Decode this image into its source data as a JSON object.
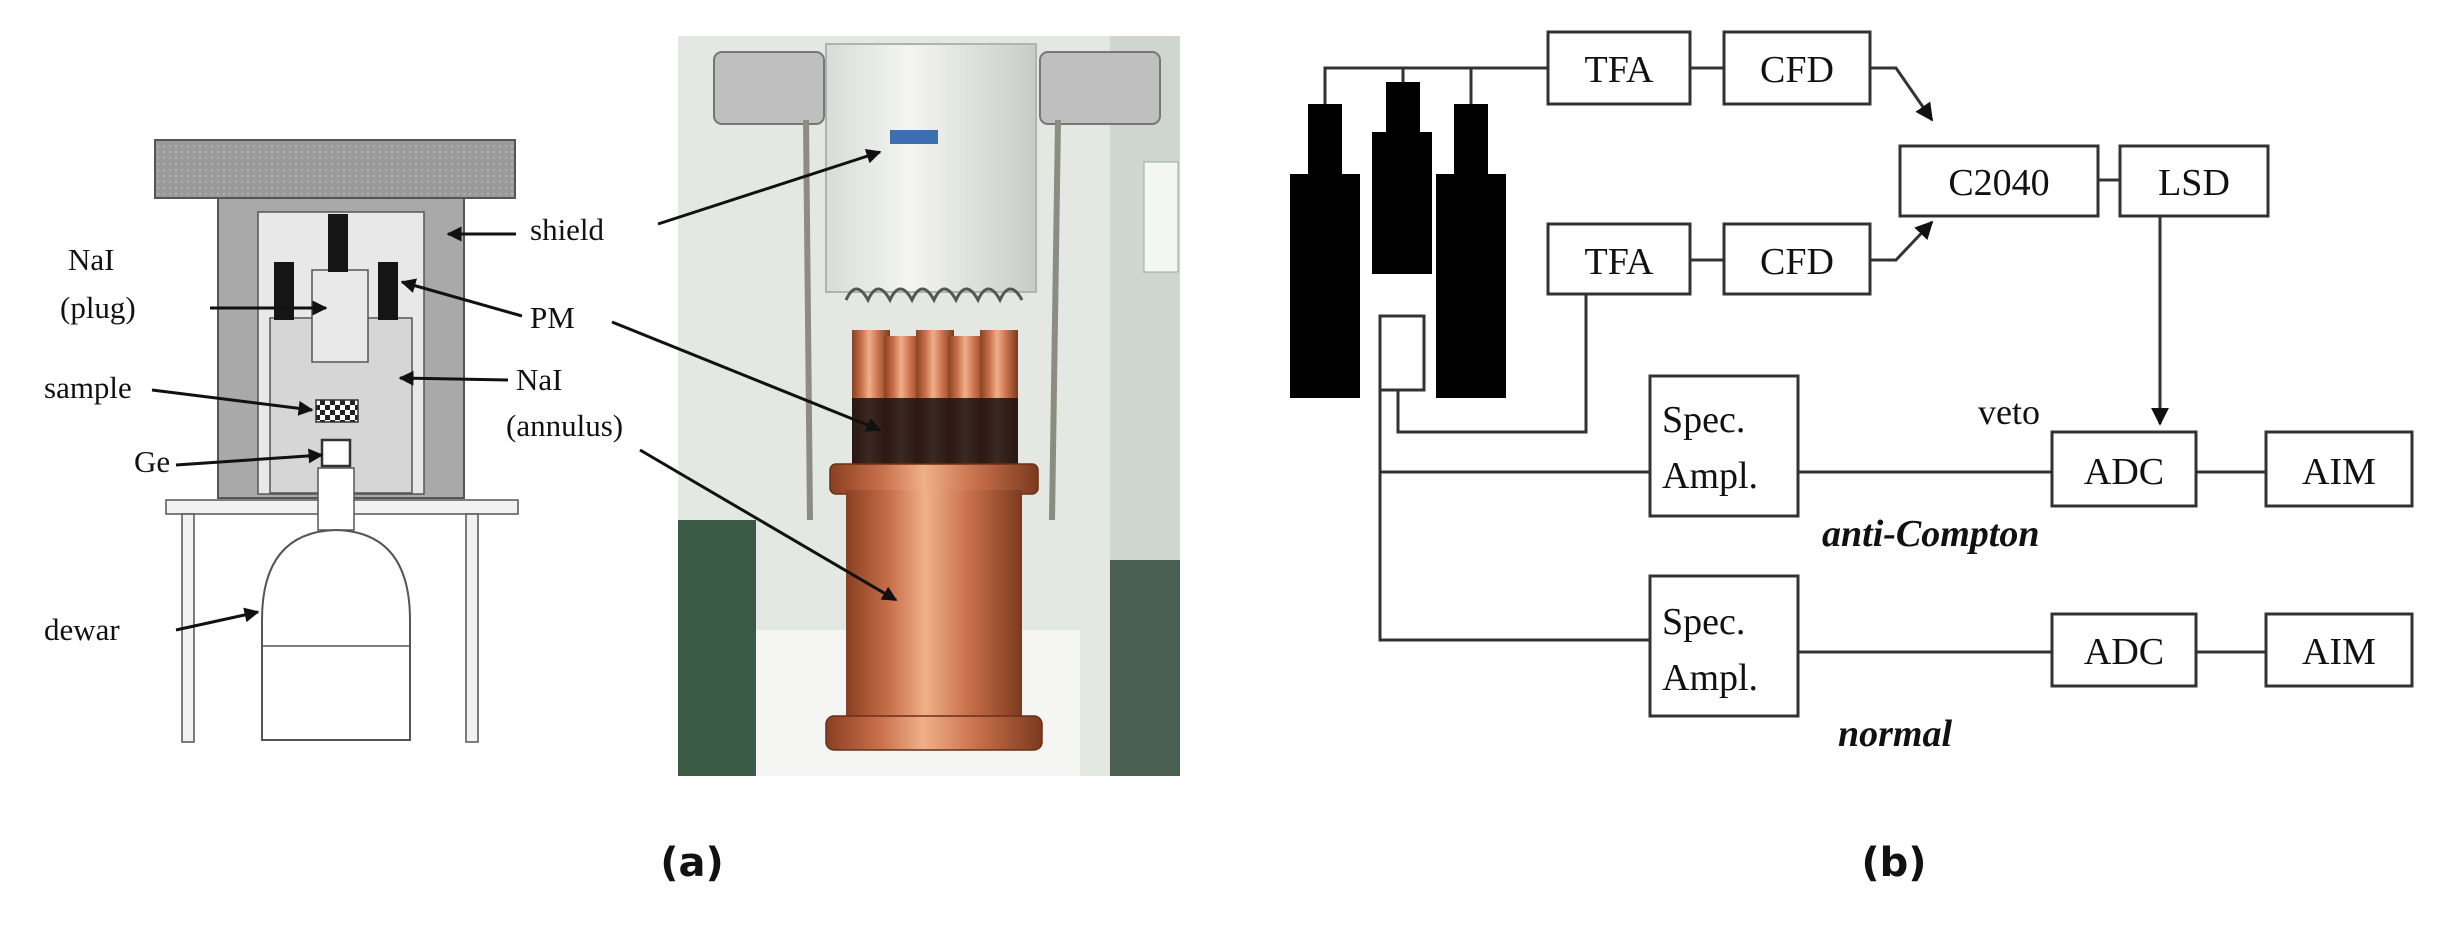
{
  "colors": {
    "ink": "#111111",
    "shield_gray": "#a9a9a9",
    "copper": "#c8704a",
    "copper_dark": "#8a3f22",
    "pm_band": "#1a1010",
    "detector_black": "#000000",
    "photo_bg": "#e4e8e2",
    "ellipsis_dot_red": "#d03030"
  },
  "panel_a": {
    "labels": {
      "nai_plug": "NaI\n(plug)",
      "sample": "sample",
      "ge": "Ge",
      "dewar": "dewar",
      "shield": "shield",
      "pm": "PM",
      "nai_annulus": "NaI\n(annulus)"
    },
    "caption": "(a)"
  },
  "panel_b": {
    "blocks": {
      "tfa_top": "TFA",
      "cfd_top": "CFD",
      "tfa_bottom": "TFA",
      "cfd_bottom": "CFD",
      "c2040": "C2040",
      "lsd": "LSD",
      "spec_ampl_top_line1": "Spec.",
      "spec_ampl_top_line2": "Ampl.",
      "adc_top": "ADC",
      "aim_top": "AIM",
      "spec_ampl_bottom_line1": "Spec.",
      "spec_ampl_bottom_line2": "Ampl.",
      "adc_bottom": "ADC",
      "aim_bottom": "AIM"
    },
    "labels": {
      "veto": "veto",
      "anti_compton": "anti-Compton",
      "normal": "normal"
    },
    "caption": "(b)"
  }
}
